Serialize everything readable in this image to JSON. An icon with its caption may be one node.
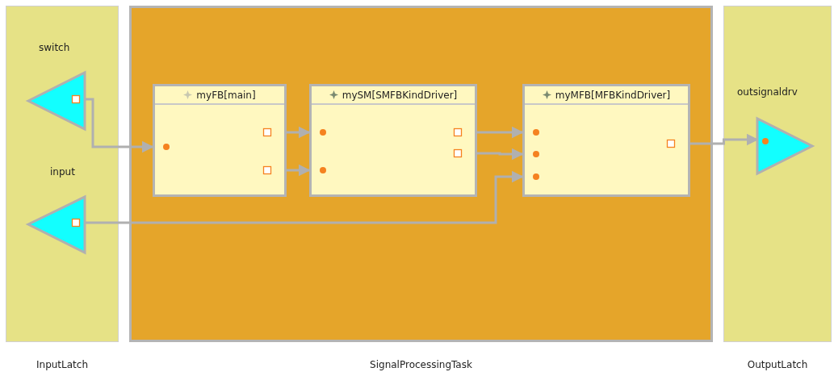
{
  "diagram": {
    "nodes": [
      {
        "text": [
          "InputLatch"
        ]
      },
      {
        "text": [
          "switch"
        ],
        "in": 0
      },
      {
        "text": [
          "input"
        ],
        "in": 0
      },
      {
        "text": [
          "SignalProcessingTask"
        ]
      },
      {
        "text": [
          "myFB[main]"
        ],
        "in": 3
      },
      {
        "text": [
          "mySM[SMFBKindDriver]"
        ],
        "in": 3
      },
      {
        "text": [
          "myMFB[MFBKindDriver]"
        ],
        "in": 3
      },
      {
        "text": [
          "OutputLatch"
        ]
      },
      {
        "text": [
          "outsignaldrv"
        ],
        "in": 7
      }
    ],
    "edges": [
      {
        "from": 1,
        "to": 4,
        "arrow": "to"
      },
      {
        "from": 4,
        "to": 5,
        "arrow": "to"
      },
      {
        "from": 4,
        "to": 5,
        "arrow": "to"
      },
      {
        "from": 5,
        "to": 6,
        "arrow": "to"
      },
      {
        "from": 5,
        "to": 6,
        "arrow": "to"
      },
      {
        "from": 2,
        "to": 6,
        "arrow": "to"
      },
      {
        "from": 6,
        "to": 8,
        "arrow": "to"
      }
    ]
  }
}
